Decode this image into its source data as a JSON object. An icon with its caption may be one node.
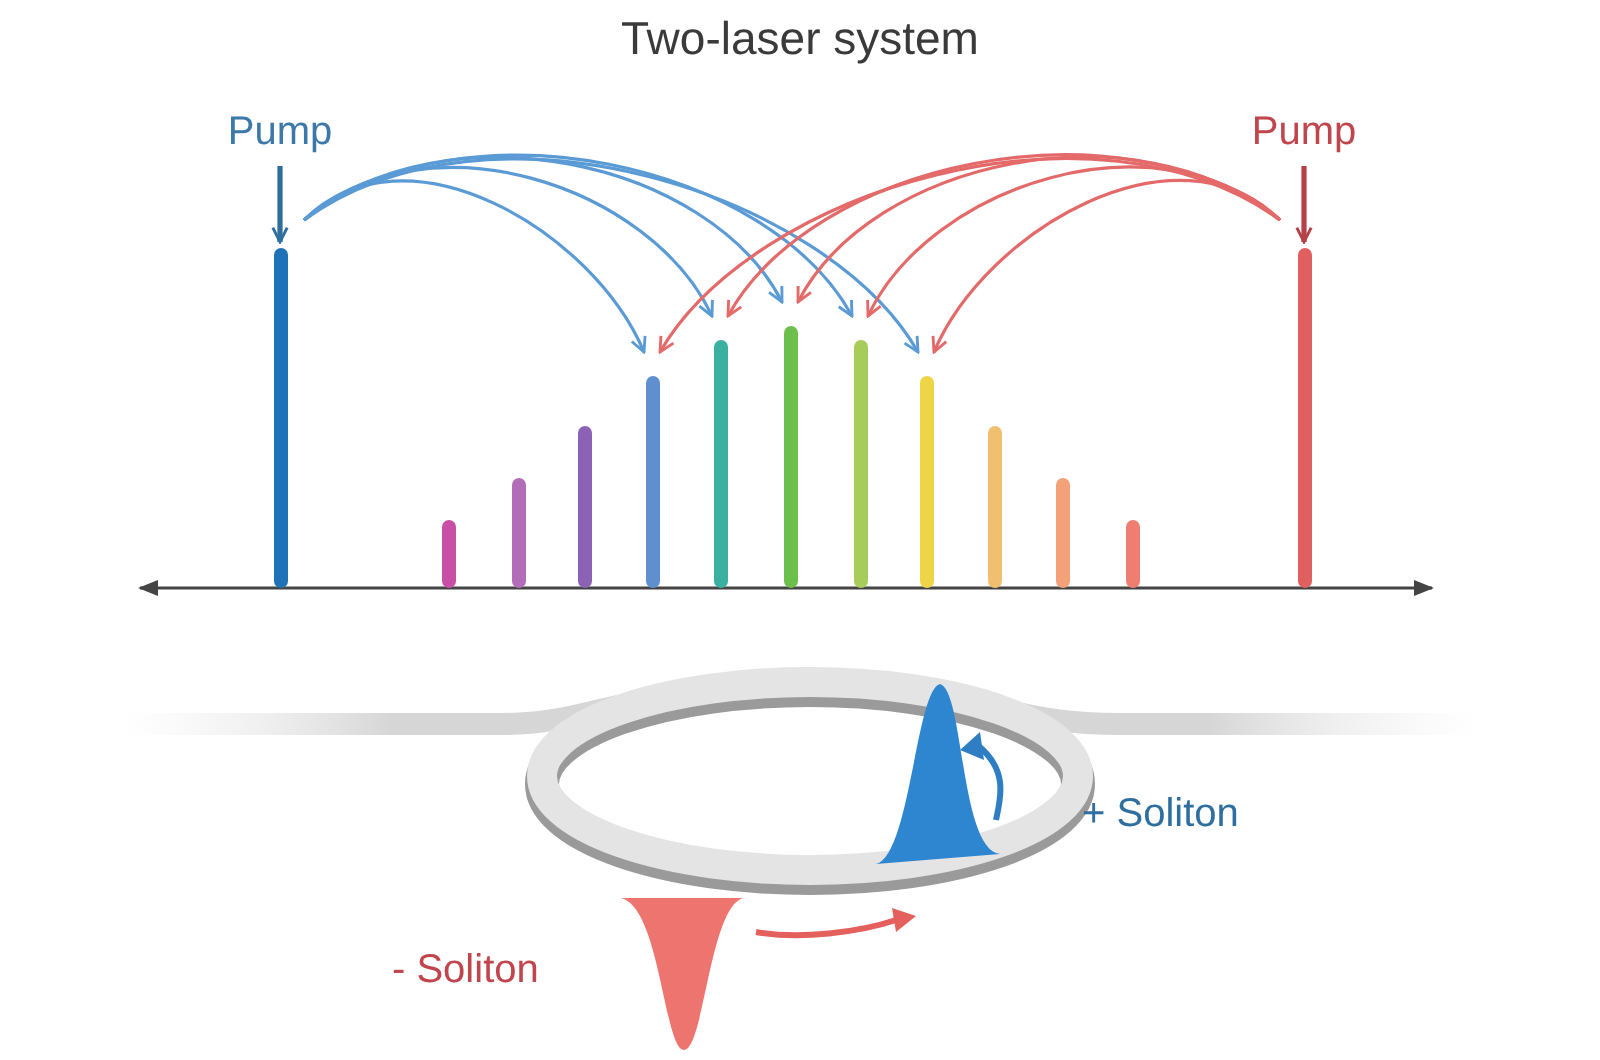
{
  "diagram": {
    "title": "Two-laser system",
    "nodes": [
      {
        "text": [
          "Pump"
        ]
      },
      {
        "text": [
          "Pump"
        ]
      },
      {
        "text": [],
        "shape": "bar"
      },
      {
        "text": [],
        "shape": "bar"
      },
      {
        "text": [],
        "shape": "bar"
      },
      {
        "text": [],
        "shape": "bar"
      },
      {
        "text": [],
        "shape": "bar"
      },
      {
        "text": [],
        "shape": "bar"
      },
      {
        "text": [],
        "shape": "bar"
      },
      {
        "text": [],
        "shape": "bar"
      },
      {
        "text": [],
        "shape": "bar"
      },
      {
        "text": [],
        "shape": "bar"
      },
      {
        "text": [],
        "shape": "bar"
      },
      {
        "text": [],
        "shape": "bar"
      },
      {
        "text": [],
        "shape": "bar"
      }
    ],
    "edges": [
      {
        "from": 0,
        "to": 2,
        "arrow": "to",
        "color": "#2f6f9f"
      },
      {
        "from": 1,
        "to": 14,
        "arrow": "to",
        "color": "#b5404a"
      },
      {
        "from": 2,
        "to": 6,
        "arrow": "to",
        "color": "#5b9bd5"
      },
      {
        "from": 2,
        "to": 7,
        "arrow": "to",
        "color": "#5b9bd5"
      },
      {
        "from": 2,
        "to": 8,
        "arrow": "to",
        "color": "#5b9bd5"
      },
      {
        "from": 2,
        "to": 9,
        "arrow": "to",
        "color": "#5b9bd5"
      },
      {
        "from": 2,
        "to": 10,
        "arrow": "to",
        "color": "#5b9bd5"
      },
      {
        "from": 14,
        "to": 6,
        "arrow": "to",
        "color": "#e46a6a"
      },
      {
        "from": 14,
        "to": 7,
        "arrow": "to",
        "color": "#e46a6a"
      },
      {
        "from": 14,
        "to": 8,
        "arrow": "to",
        "color": "#e46a6a"
      },
      {
        "from": 14,
        "to": 9,
        "arrow": "to",
        "color": "#e46a6a"
      },
      {
        "from": 14,
        "to": 10,
        "arrow": "to",
        "color": "#e46a6a"
      }
    ],
    "labels": [
      "+ Soliton",
      "- Soliton"
    ]
  }
}
